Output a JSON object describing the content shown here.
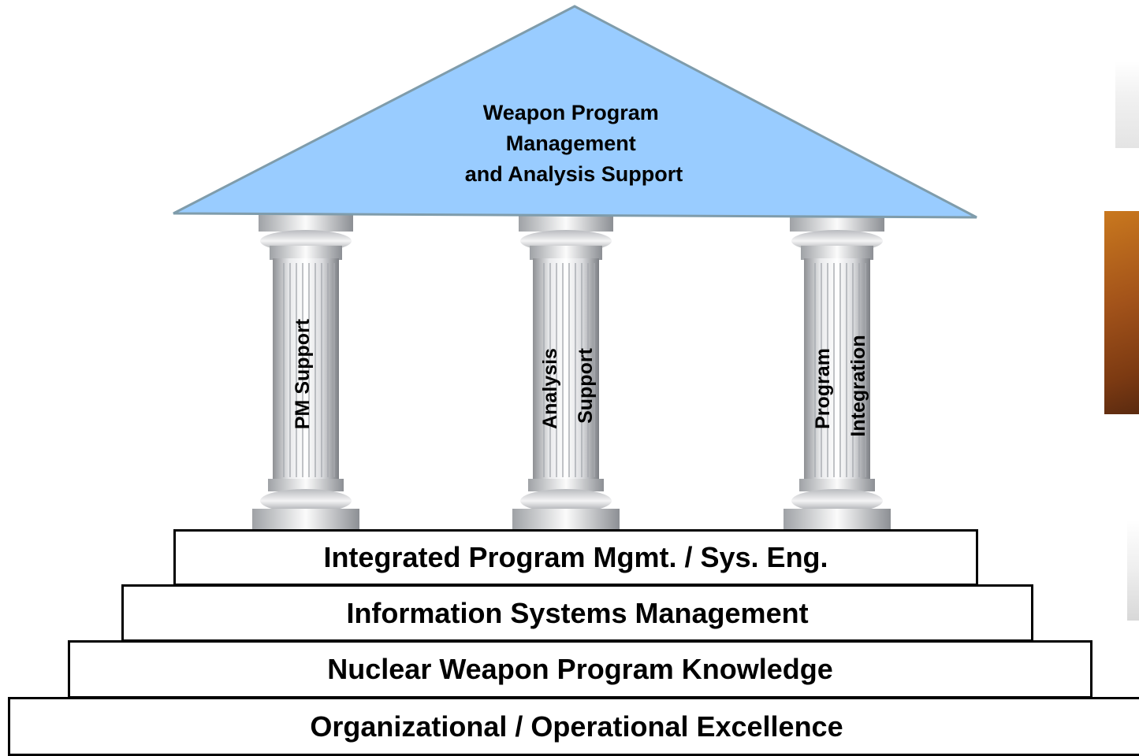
{
  "roof": {
    "lines": [
      "Weapon Program",
      "Management",
      "and Analysis Support"
    ],
    "fill_color": "#99ccff",
    "border_color": "#7f9cab"
  },
  "pillars": [
    {
      "lines": [
        "PM Support"
      ]
    },
    {
      "lines": [
        "Analysis",
        "Support"
      ]
    },
    {
      "lines": [
        "Program",
        "Integration"
      ]
    }
  ],
  "foundation_steps": [
    {
      "label": "Integrated Program Mgmt. / Sys. Eng."
    },
    {
      "label": "Information Systems Management"
    },
    {
      "label": "Nuclear Weapon Program Knowledge"
    },
    {
      "label": "Organizational / Operational Excellence"
    }
  ],
  "side_photos": [
    {
      "icon": "photo-person-icon"
    },
    {
      "icon": "photo-meeting-icon"
    },
    {
      "icon": "photo-person-icon"
    }
  ]
}
